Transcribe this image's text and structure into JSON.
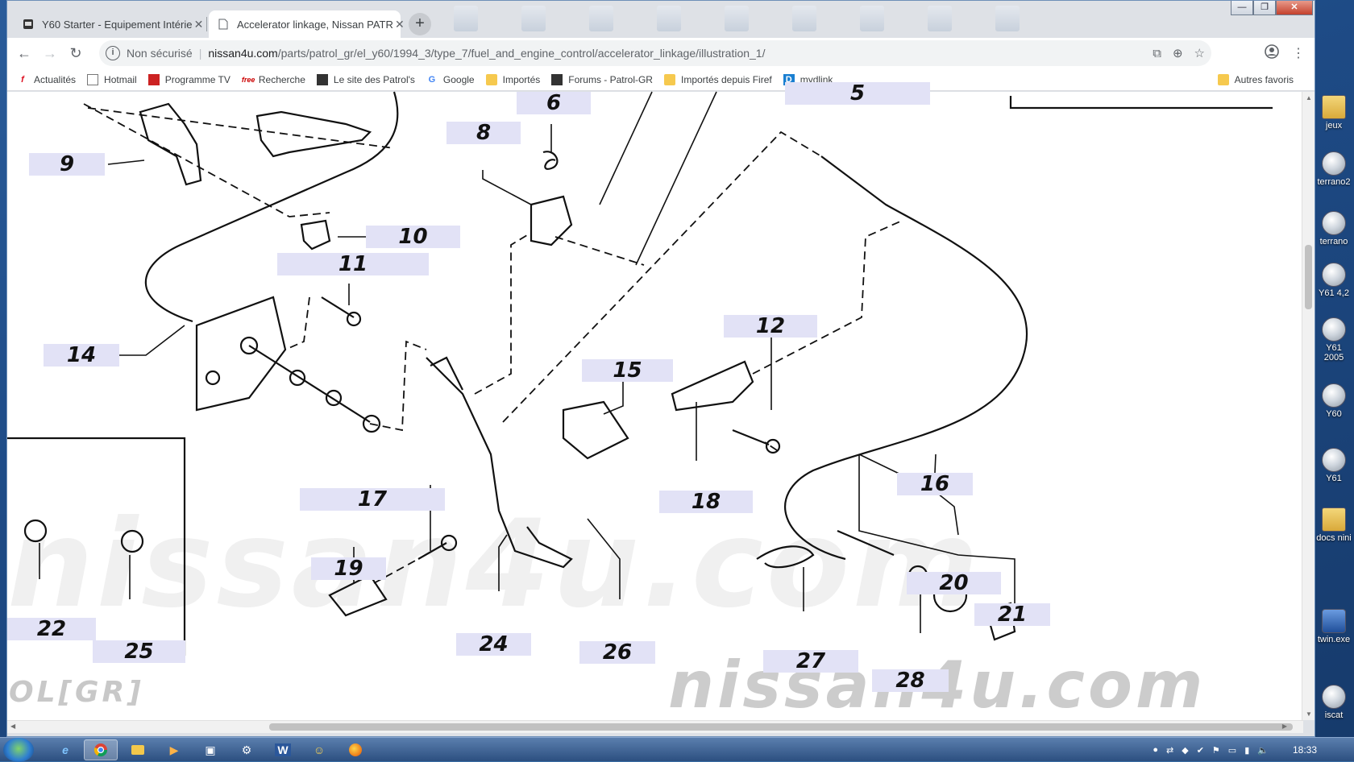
{
  "browser": {
    "tabs": [
      {
        "title": "Y60 Starter - Equipement Intérie",
        "active": false
      },
      {
        "title": "Accelerator linkage, Nissan PATR",
        "active": true
      }
    ],
    "new_tab_label": "+",
    "window_controls": {
      "minimize": "—",
      "maximize": "❐",
      "close": "✕"
    },
    "nav": {
      "back": "←",
      "forward": "→",
      "reload": "↻"
    },
    "address": {
      "security_label": "Non sécurisé",
      "url_host": "nissan4u.com",
      "url_path": "/parts/patrol_gr/el_y60/1994_3/type_7/fuel_and_engine_control/accelerator_linkage/illustration_1/"
    },
    "bookmarks": [
      {
        "label": "Actualités",
        "icon": "f"
      },
      {
        "label": "Hotmail",
        "icon": "page"
      },
      {
        "label": "Programme TV",
        "icon": "tv"
      },
      {
        "label": "Recherche",
        "icon": "free"
      },
      {
        "label": "Le site des Patrol's",
        "icon": "patrol"
      },
      {
        "label": "Google",
        "icon": "G"
      },
      {
        "label": "Importés",
        "icon": "folder"
      },
      {
        "label": "Forums - Patrol-GR",
        "icon": "patrol"
      },
      {
        "label": "Importés depuis Firef",
        "icon": "folder"
      },
      {
        "label": "mydlink",
        "icon": "D"
      }
    ],
    "other_bookmarks": "Autres favoris"
  },
  "diagram": {
    "watermark": "nissan4u.com",
    "watermark_small": "nissan4u.com",
    "watermark_gr": "OL[GR]",
    "part_labels": {
      "p5": "5",
      "p6": "6",
      "p8": "8",
      "p9": "9",
      "p10": "10",
      "p11": "11",
      "p12": "12",
      "p14": "14",
      "p15": "15",
      "p16": "16",
      "p17": "17",
      "p18": "18",
      "p19": "19",
      "p20": "20",
      "p21": "21",
      "p22": "22",
      "p24": "24",
      "p25": "25",
      "p26": "26",
      "p27": "27",
      "p28": "28"
    }
  },
  "desktop_icons": [
    {
      "label": "jeux"
    },
    {
      "label": "terrano2"
    },
    {
      "label": "terrano"
    },
    {
      "label": "Y61 4,2"
    },
    {
      "label": "Y61 2005"
    },
    {
      "label": "Y60"
    },
    {
      "label": "Y61"
    },
    {
      "label": "docs nini"
    },
    {
      "label": "twin.exe"
    },
    {
      "label": "iscat"
    }
  ],
  "taskbar": {
    "clock": "18:33"
  }
}
